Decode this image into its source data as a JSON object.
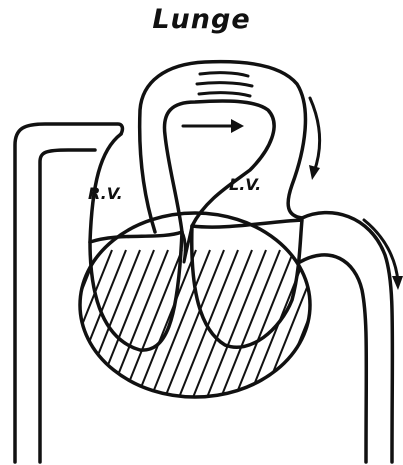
{
  "figure": {
    "title": "Lunge",
    "labels": {
      "right_ventricle": "R.V.",
      "left_ventricle": "L.V."
    },
    "ink_color": "#111111",
    "background_color": "#ffffff"
  }
}
